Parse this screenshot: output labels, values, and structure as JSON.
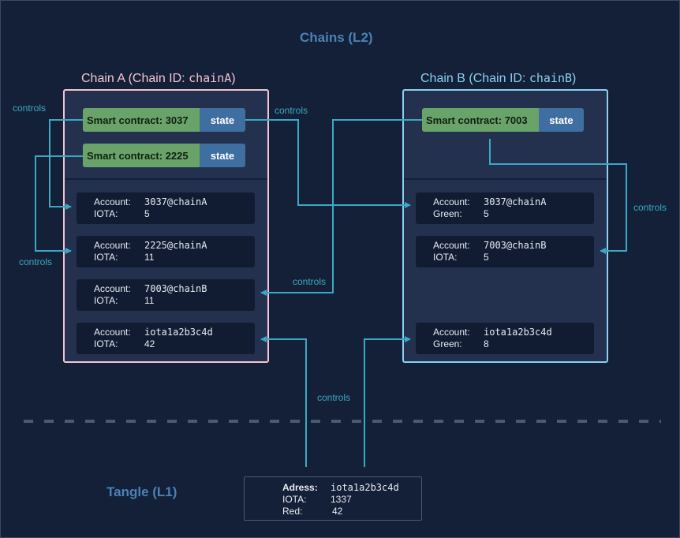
{
  "titles": {
    "l2": "Chains (L2)",
    "l1": "Tangle (L1)"
  },
  "chain_a": {
    "title": "Chain A (Chain ID: ",
    "id": "chainA",
    "title_end": ")",
    "contracts": [
      {
        "label": "Smart contract: 3037",
        "state": "state"
      },
      {
        "label": "Smart contract: 2225",
        "state": "state"
      }
    ],
    "accounts": [
      {
        "k1": "Account:",
        "v1": "3037@chainA",
        "k2": "IOTA:",
        "v2": "5"
      },
      {
        "k1": "Account:",
        "v1": "2225@chainA",
        "k2": "IOTA:",
        "v2": "11"
      },
      {
        "k1": "Account:",
        "v1": "7003@chainB",
        "k2": "IOTA:",
        "v2": "11"
      },
      {
        "k1": "Account:",
        "v1": "iota1a2b3c4d",
        "k2": "IOTA:",
        "v2": "42"
      }
    ]
  },
  "chain_b": {
    "title": "Chain B (Chain ID: ",
    "id": "chainB",
    "title_end": ")",
    "contracts": [
      {
        "label": "Smart contract: 7003",
        "state": "state"
      }
    ],
    "accounts": [
      {
        "k1": "Account:",
        "v1": "3037@chainA",
        "k2": "Green:",
        "v2": "5"
      },
      {
        "k1": "Account:",
        "v1": "7003@chainB",
        "k2": "IOTA:",
        "v2": "5"
      },
      {
        "k1": "Account:",
        "v1": "iota1a2b3c4d",
        "k2": "Green:",
        "v2": "8"
      }
    ]
  },
  "tangle": {
    "k1": "Adress:",
    "v1": "iota1a2b3c4d",
    "k2": "IOTA:",
    "v2": "1337",
    "k3": "Red:",
    "v3": "42"
  },
  "controls": {
    "c1": "controls",
    "c2": "controls",
    "c3": "controls",
    "c4": "controls",
    "c5": "controls",
    "c6": "controls"
  },
  "colors": {
    "background": "#142038",
    "chain_a_border": "#f2c4d2",
    "chain_b_border": "#89cff0",
    "contract": "#6aa36a",
    "state": "#3f6ea0",
    "arrow": "#3aa9c3",
    "title": "#4a82b4"
  }
}
